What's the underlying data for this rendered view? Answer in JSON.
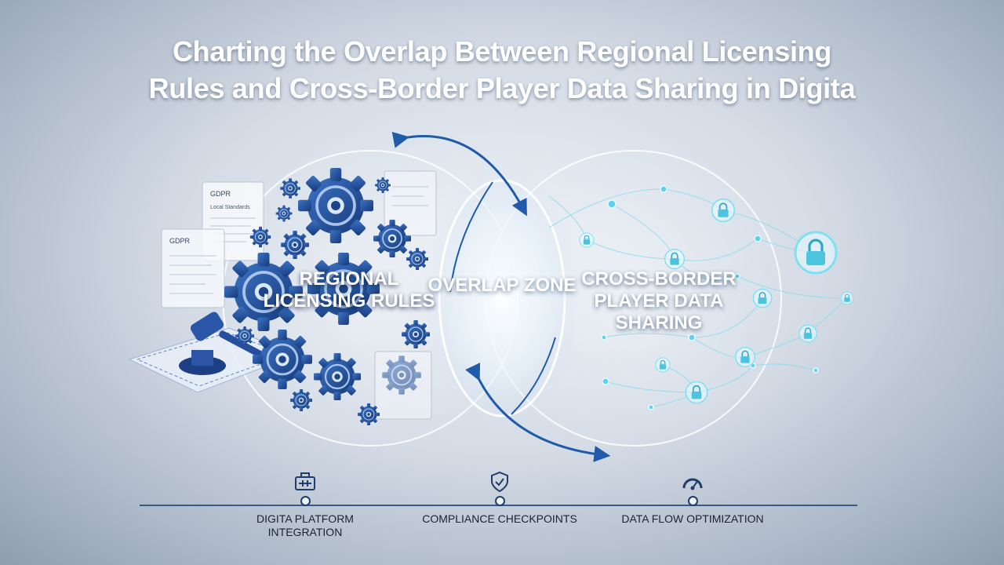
{
  "title": {
    "line1": "Charting the Overlap Between Regional Licensing",
    "line2": "Rules and Cross-Border Player Data Sharing in Digita"
  },
  "venn": {
    "left_label": "REGIONAL LICENSING RULES",
    "center_label": "OVERLAP ZONE",
    "right_label": "CROSS-BORDER PLAYER DATA SHARING"
  },
  "documents": {
    "doc1_title": "GDPR",
    "doc1_text": "Local Standards",
    "doc2_title": "GDPR"
  },
  "milestones": [
    {
      "label": "DIGITA PLATFORM INTEGRATION",
      "icon": "dashboard-icon"
    },
    {
      "label": "COMPLIANCE CHECKPOINTS",
      "icon": "shield-check-icon"
    },
    {
      "label": "DATA FLOW OPTIMIZATION",
      "icon": "gauge-icon"
    }
  ],
  "colors": {
    "primary_blue": "#1f4f9a",
    "accent_cyan": "#5ad2f0",
    "timeline": "#3a5a86"
  }
}
